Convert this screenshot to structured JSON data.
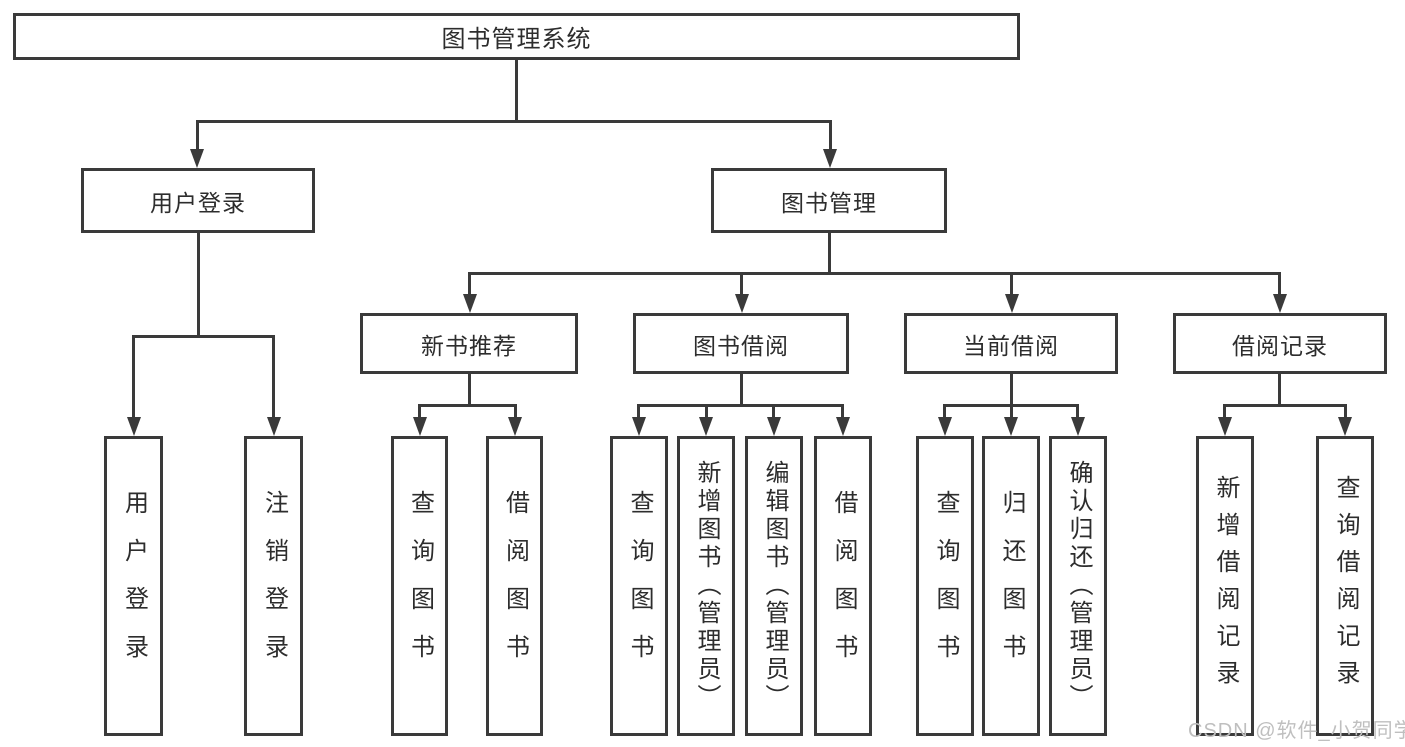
{
  "diagram": {
    "title": "图书管理系统",
    "level2": {
      "user_login": "用户登录",
      "book_mgmt": "图书管理"
    },
    "level3": {
      "new_book_rec": "新书推荐",
      "book_borrow": "图书借阅",
      "current_borrow": "当前借阅",
      "borrow_record": "借阅记录"
    },
    "leaves": {
      "login": "用户登录",
      "logout": "注销登录",
      "rec_query_book": "查询图书",
      "rec_borrow_book": "借阅图书",
      "bor_query_book": "查询图书",
      "bor_add_book": "新增图书（管理员）",
      "bor_edit_book": "编辑图书（管理员）",
      "bor_borrow_book": "借阅图书",
      "cur_query_book": "查询图书",
      "cur_return_book": "归还图书",
      "cur_confirm_return": "确认归还（管理员）",
      "rec_add_record": "新增借阅记录",
      "rec_query_record": "查询借阅记录"
    }
  },
  "watermark": "CSDN @软件_小贺同学",
  "colors": {
    "line": "#3a3a3a",
    "text": "#2d2d2d",
    "watermark": "#bfbfbf",
    "background": "#ffffff"
  }
}
